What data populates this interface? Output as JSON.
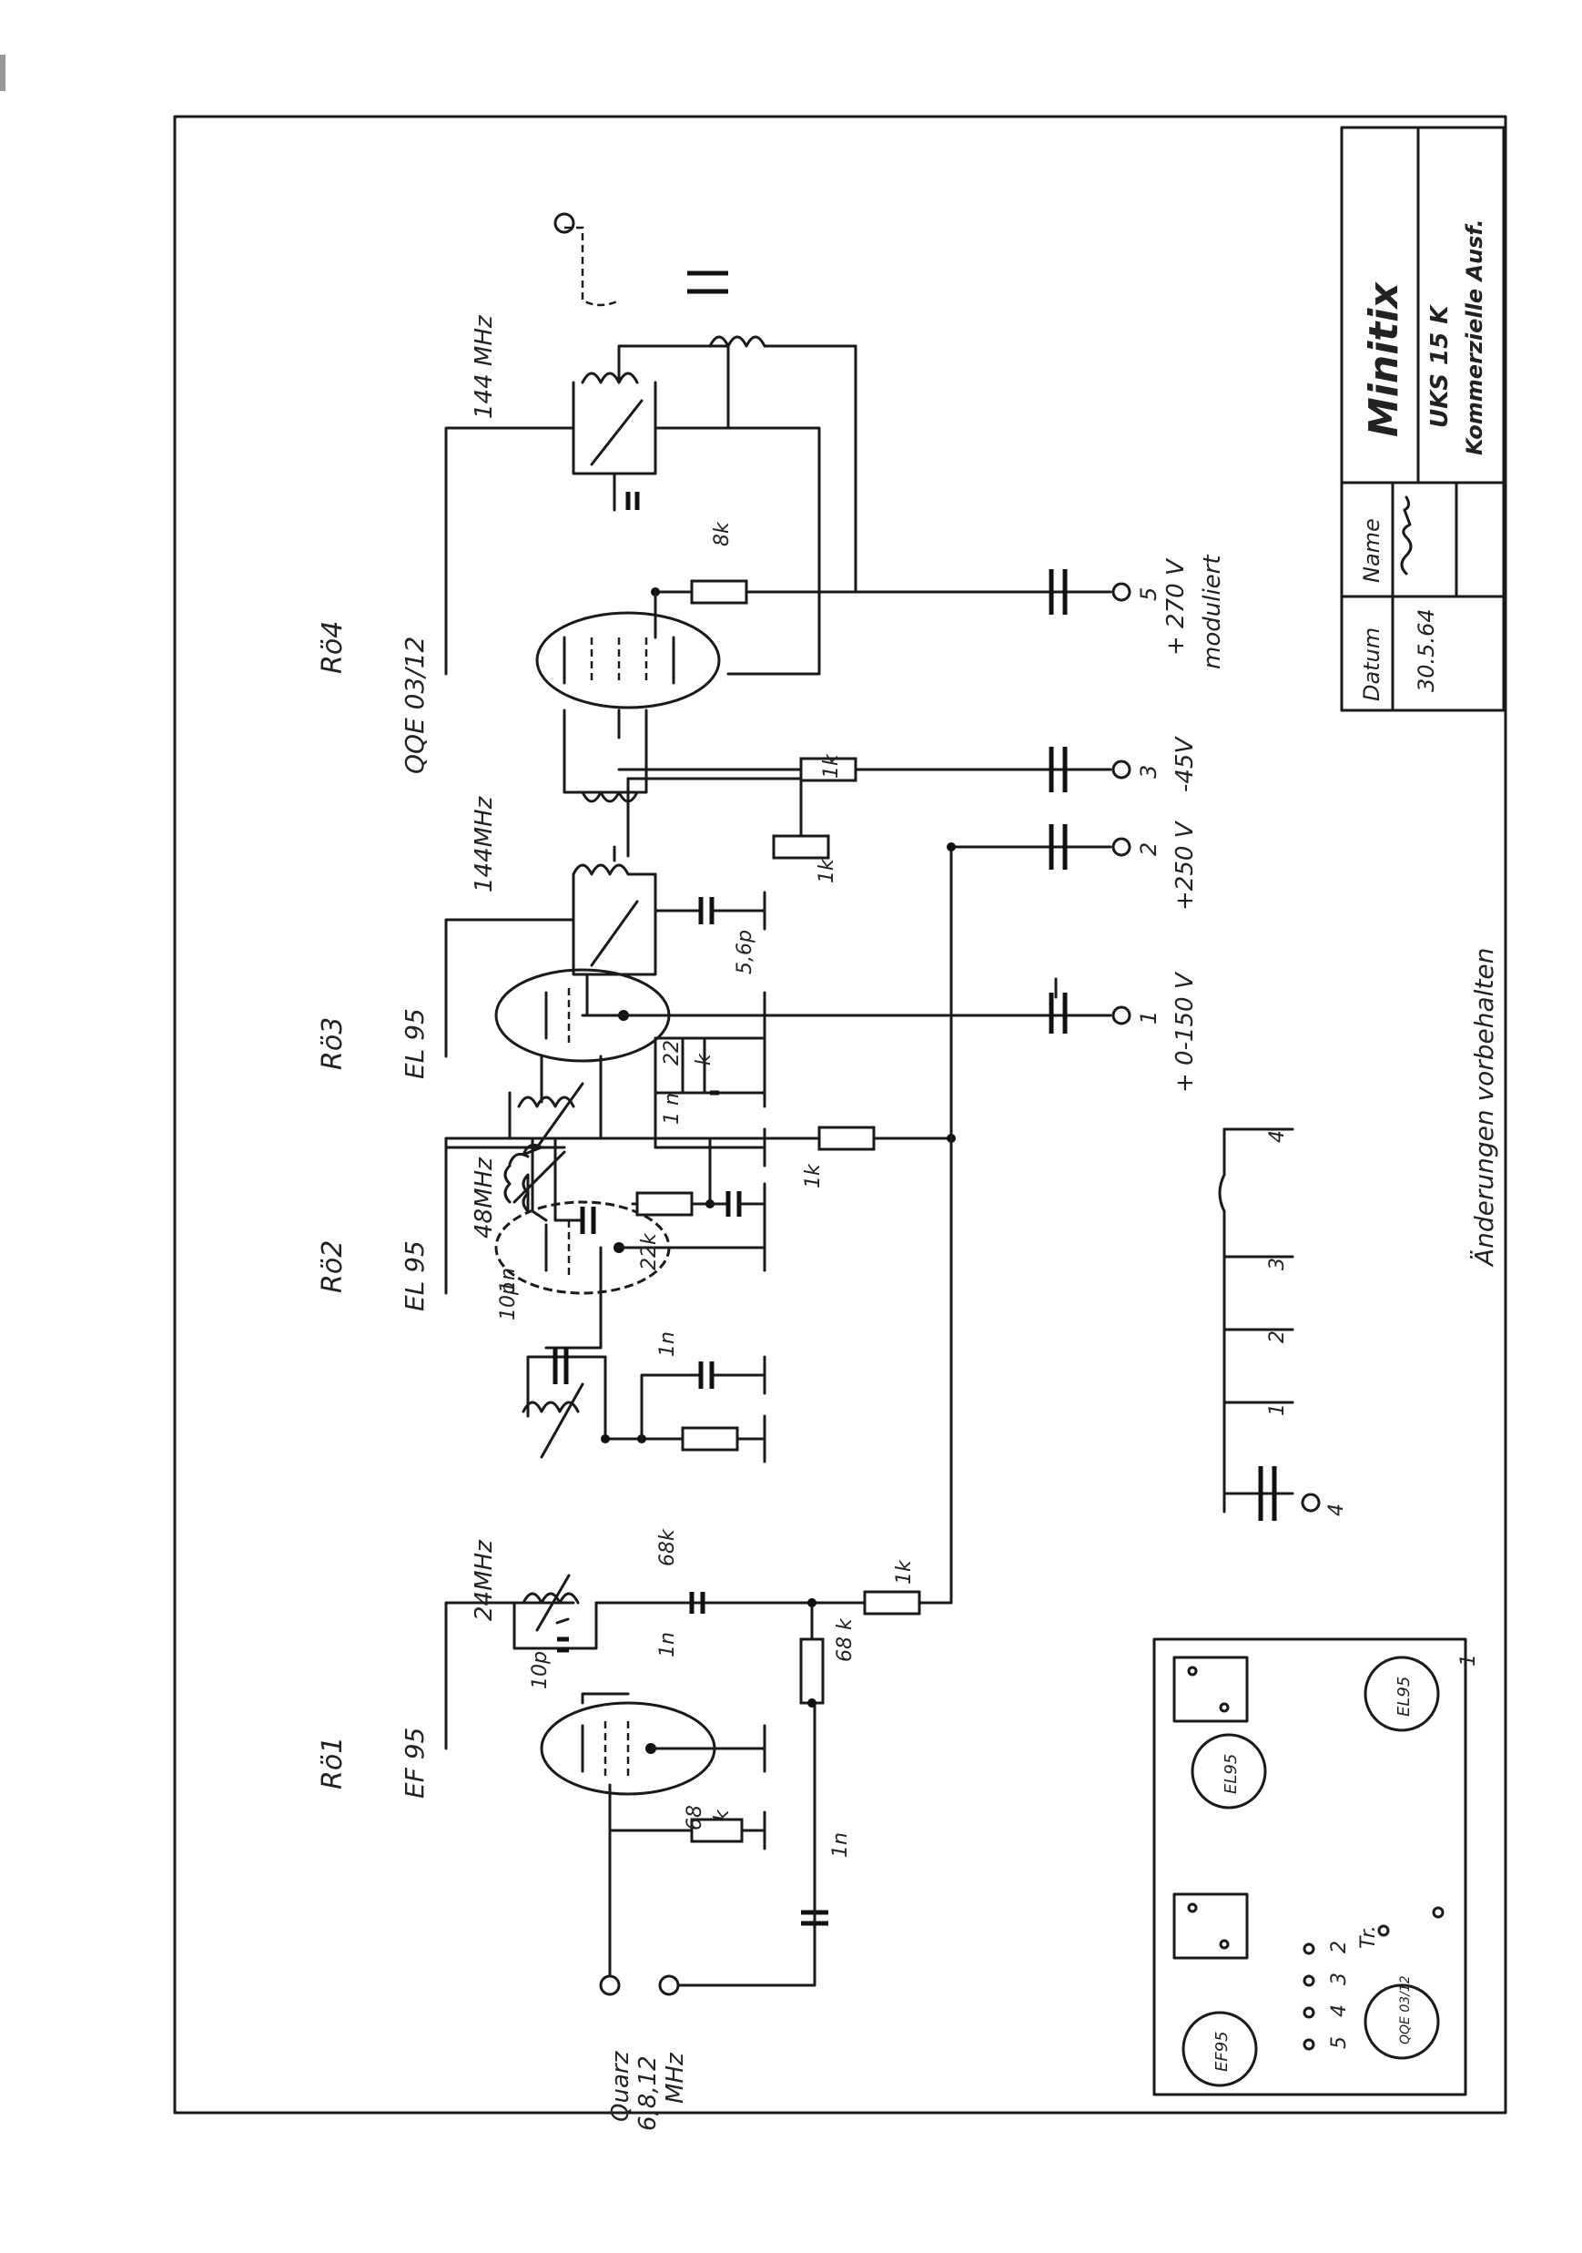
{
  "title_block": {
    "brand": "Minitix",
    "model": "UKS 15 K",
    "variant": "Kommerzielle Ausf.",
    "date_header": "Datum",
    "name_header": "Name",
    "date_value": "30.5.64"
  },
  "tubes": [
    {
      "ref": "Rö1",
      "type": "EF 95"
    },
    {
      "ref": "Rö2",
      "type": "EL 95"
    },
    {
      "ref": "Rö3",
      "type": "EL 95"
    },
    {
      "ref": "Rö4",
      "type": "QQE 03/12"
    }
  ],
  "crystal": {
    "label": "Quarz",
    "freq": "6,8,12",
    "unit": "MHz"
  },
  "stage_freqs": [
    "24MHz",
    "48MHz",
    "144MHz",
    "144 MHz"
  ],
  "components": {
    "r68k_a": "68",
    "r68k_a2": "k",
    "c1n_a": "1n",
    "c10p_a": "10p",
    "c1n_b": "1n",
    "r68k_b": "68k",
    "r68k_c": "68 k",
    "r1k_a": "1k",
    "c10p_b": "10p",
    "c1n_c": "1n",
    "c1n_d": "1n",
    "r22k": "22k",
    "r1k_b": "1k",
    "c1n_e": "1 n",
    "r22_k": "22",
    "r22_k2": "k",
    "c56p": "5,6p",
    "r1k_c": "1k",
    "r1k_d": "1k",
    "r8k": "8k"
  },
  "terminals": [
    {
      "num": "1",
      "label": "+ 0-150 V"
    },
    {
      "num": "2",
      "label": "+250 V"
    },
    {
      "num": "3",
      "label": "-45V"
    },
    {
      "num": "5",
      "label": "+ 270 V",
      "sub": "moduliert"
    }
  ],
  "note": "Änderungen vorbehalten",
  "plug": {
    "pins": [
      "1",
      "2",
      "3",
      "4"
    ],
    "ground": "4"
  },
  "layout": {
    "sockets": [
      "EF95",
      "EL95",
      "EL95",
      "QQE 03/12"
    ],
    "pin_numbers": [
      "5",
      "4",
      "3",
      "2",
      "1"
    ],
    "tr_label": "Tr."
  }
}
